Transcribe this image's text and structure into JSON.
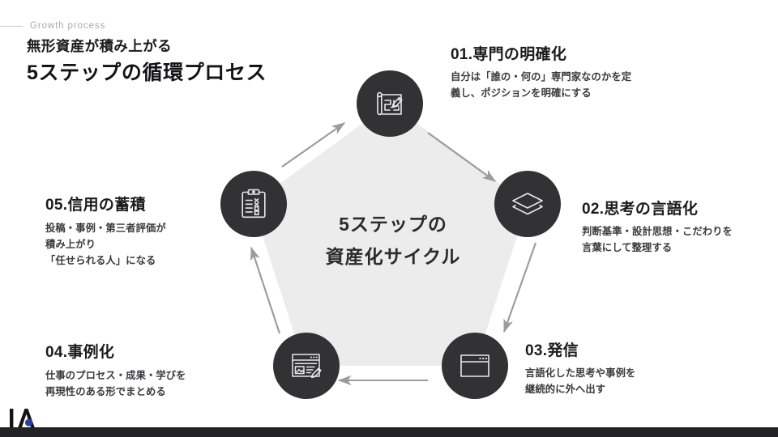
{
  "header": {
    "eyebrow": "Growth process",
    "kicker": "無形資産が積み上がる",
    "title": "5ステップの循環プロセス"
  },
  "center": {
    "line1": "5ステップの",
    "line2": "資産化サイクル"
  },
  "steps": [
    {
      "id": "01",
      "title": "01.専門の明確化",
      "desc_lines": [
        "自分は「誰の・何の」専門家なのかを定",
        "義し、ポジションを明確にする"
      ],
      "icon": "blueprint-pencil-icon"
    },
    {
      "id": "02",
      "title": "02.思考の言語化",
      "desc_lines": [
        "判断基準・設計思想・こだわりを",
        "言葉にして整理する"
      ],
      "icon": "layers-icon"
    },
    {
      "id": "03",
      "title": "03.発信",
      "desc_lines": [
        "言語化した思考や事例を",
        "継続的に外へ出す"
      ],
      "icon": "browser-window-icon"
    },
    {
      "id": "04",
      "title": "04.事例化",
      "desc_lines": [
        "仕事のプロセス・成果・学びを",
        "再現性のある形でまとめる"
      ],
      "icon": "article-edit-icon"
    },
    {
      "id": "05",
      "title": "05.信用の蓄積",
      "desc_lines": [
        "投稿・事例・第三者評価が",
        "積み上がり",
        "「任せられる人」になる"
      ],
      "icon": "clipboard-checklist-icon"
    }
  ],
  "logo": {
    "text": "IA",
    "accent_color": "#2b3f9e"
  },
  "colors": {
    "node_fill": "#323234",
    "pentagon_fill": "#ececed",
    "arrow": "#9a9a9f",
    "eyebrow": "#a9a9b0",
    "title": "#141416",
    "bottom_bar": "#232326"
  }
}
